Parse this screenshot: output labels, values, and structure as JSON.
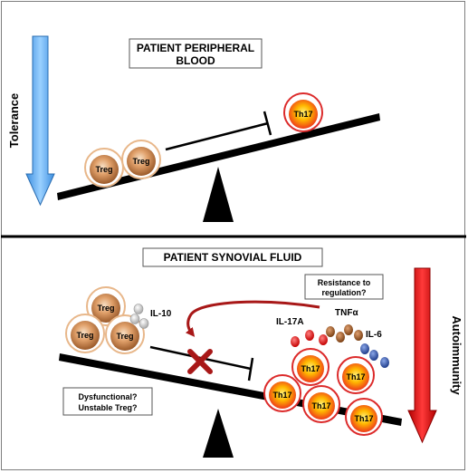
{
  "top_panel": {
    "title_line1": "PATIENT PERIPHERAL",
    "title_line2": "BLOOD",
    "arrow_label": "Tolerance",
    "treg_cell_label": "Treg",
    "th17_cell_label": "Th17"
  },
  "bottom_panel": {
    "title": "PATIENT SYNOVIAL FLUID",
    "arrow_label": "Autoimmunity",
    "treg_cell_label": "Treg",
    "th17_cell_label": "Th17",
    "il10_label": "IL-10",
    "il17a_label": "IL-17A",
    "tnfa_label": "TNFα",
    "il6_label": "IL-6",
    "resistance_line1": "Resistance to",
    "resistance_line2": "regulation?",
    "dysfunctional_line1": "Dysfunctional?",
    "dysfunctional_line2": "Unstable Treg?"
  },
  "colors": {
    "tolerance_arrow": "#5aaaf0",
    "autoimmunity_arrow": "#dd1111",
    "treg_cell": "#b5651d",
    "th17_cell": "#ffa500",
    "th17_ring": "#dc2b2b",
    "inhibition_arrow": "#a81818",
    "il17a_dots": "#dd1111",
    "tnfa_dots": "#9a5a2a",
    "il6_dots": "#2f53a8",
    "il10_dots": "#b0b0b0"
  }
}
